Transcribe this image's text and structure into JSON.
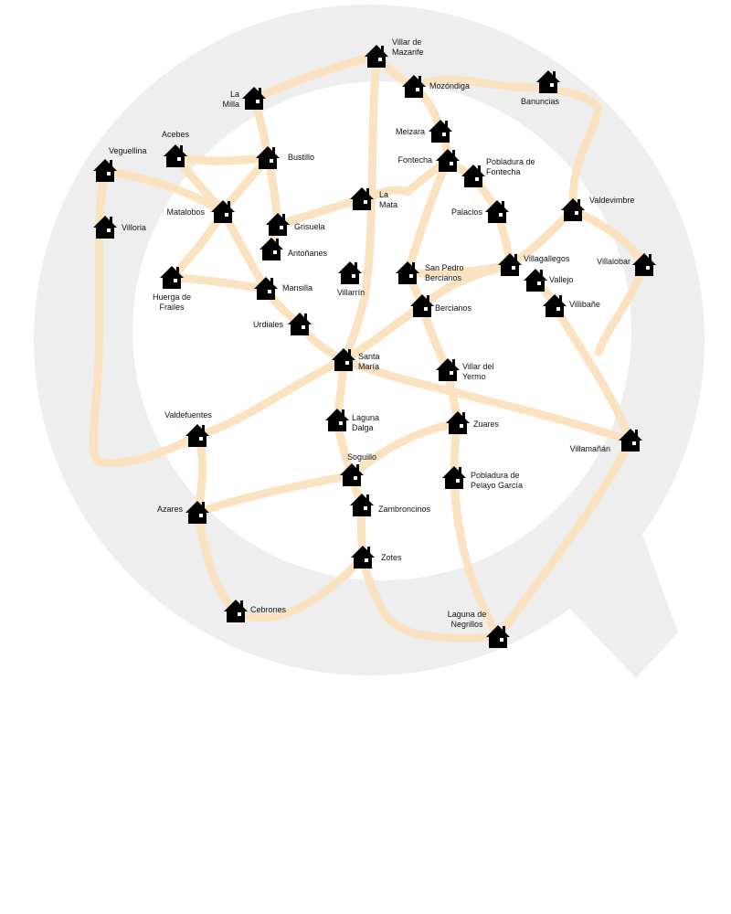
{
  "map": {
    "colors": {
      "background": "#ffffff",
      "magnifier": "#eeeeee",
      "roads": "#fbe3c2",
      "house": "#000000"
    },
    "icon": "house-icon",
    "towns": [
      {
        "id": "villar-de-mazarife",
        "lines": [
          "Villar de",
          "Mazarife"
        ]
      },
      {
        "id": "mozondiga",
        "lines": [
          "Mozóndiga"
        ]
      },
      {
        "id": "banuncias",
        "lines": [
          "Banuncias"
        ]
      },
      {
        "id": "la-milla",
        "lines": [
          "La",
          "Milla"
        ]
      },
      {
        "id": "meizara",
        "lines": [
          "Meizara"
        ]
      },
      {
        "id": "acebes",
        "lines": [
          "Acebes"
        ]
      },
      {
        "id": "bustillo",
        "lines": [
          "Bustillo"
        ]
      },
      {
        "id": "veguellina",
        "lines": [
          "Veguellina"
        ]
      },
      {
        "id": "fontecha",
        "lines": [
          "Fontecha"
        ]
      },
      {
        "id": "pobladura-de-fontecha",
        "lines": [
          "Pobladura de",
          "Fontecha"
        ]
      },
      {
        "id": "la-mata",
        "lines": [
          "La",
          "Mata"
        ]
      },
      {
        "id": "valdevimbre",
        "lines": [
          "Valdevimbre"
        ]
      },
      {
        "id": "matalobos",
        "lines": [
          "Matalobos"
        ]
      },
      {
        "id": "grisuela",
        "lines": [
          "Grisuela"
        ]
      },
      {
        "id": "villoria",
        "lines": [
          "Villoria"
        ]
      },
      {
        "id": "palacios",
        "lines": [
          "Palacios"
        ]
      },
      {
        "id": "antonanes",
        "lines": [
          "Antoñanes"
        ]
      },
      {
        "id": "villagallegos",
        "lines": [
          "Villagallegos"
        ]
      },
      {
        "id": "villalobar",
        "lines": [
          "Villalobar"
        ]
      },
      {
        "id": "san-pedro-bercianos",
        "lines": [
          "San Pedro",
          "Bercianos"
        ]
      },
      {
        "id": "villarrin",
        "lines": [
          "Villarrín"
        ]
      },
      {
        "id": "huerga-de-frailes",
        "lines": [
          "Huerga de",
          "Frailes"
        ]
      },
      {
        "id": "vallejo",
        "lines": [
          "Vallejo"
        ]
      },
      {
        "id": "mansilla",
        "lines": [
          "Mansilla"
        ]
      },
      {
        "id": "villibane",
        "lines": [
          "Villibañe"
        ]
      },
      {
        "id": "bercianos",
        "lines": [
          "Bercianos"
        ]
      },
      {
        "id": "urdiales",
        "lines": [
          "Urdiales"
        ]
      },
      {
        "id": "santa-maria",
        "lines": [
          "Santa",
          "María"
        ]
      },
      {
        "id": "villar-del-yermo",
        "lines": [
          "Villar del",
          "Yermo"
        ]
      },
      {
        "id": "valdefuentes",
        "lines": [
          "Valdefuentes"
        ]
      },
      {
        "id": "laguna-dalga",
        "lines": [
          "Laguna",
          "Dalga"
        ]
      },
      {
        "id": "zuares",
        "lines": [
          "Zuares"
        ]
      },
      {
        "id": "villamanan",
        "lines": [
          "Villamañán"
        ]
      },
      {
        "id": "soguillo",
        "lines": [
          "Soguillo"
        ]
      },
      {
        "id": "pobladura-de-pelayo-garcia",
        "lines": [
          "Pobladura de",
          "Pelayo García"
        ]
      },
      {
        "id": "azares",
        "lines": [
          "Azares"
        ]
      },
      {
        "id": "zambroncinos",
        "lines": [
          "Zambroncinos"
        ]
      },
      {
        "id": "zotes",
        "lines": [
          "Zotes"
        ]
      },
      {
        "id": "cebrones",
        "lines": [
          "Cebrones"
        ]
      },
      {
        "id": "laguna-de-negrillos",
        "lines": [
          "Laguna de",
          "Negrillos"
        ]
      }
    ]
  }
}
